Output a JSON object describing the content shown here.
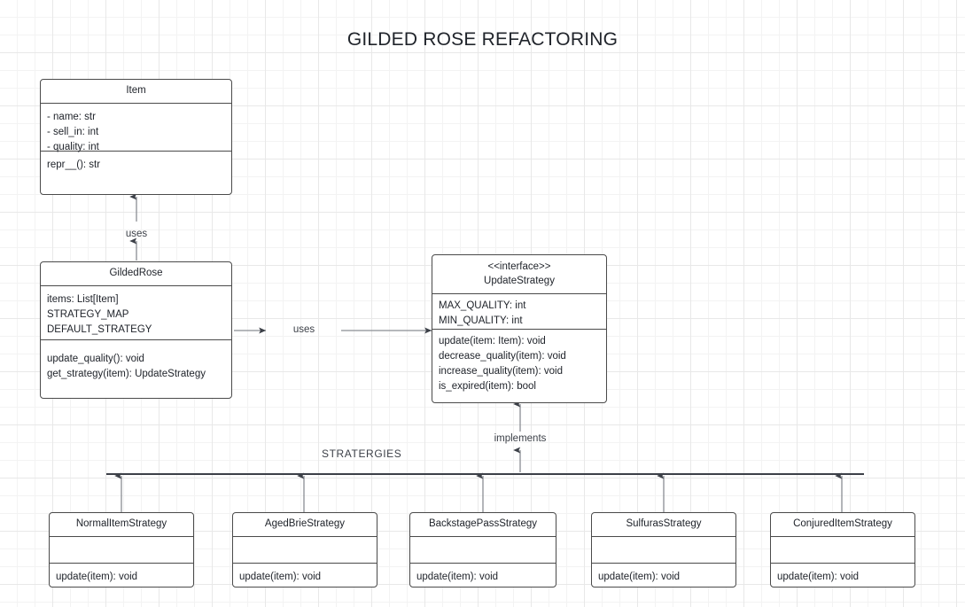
{
  "diagram": {
    "title": "GILDED ROSE REFACTORING",
    "stroke_color": "#4a4a4a",
    "text_color": "#20242b",
    "grid_color": "#e8e8e8",
    "background": "#ffffff"
  },
  "classes": {
    "item": {
      "name": "Item",
      "attributes": [
        "- name: str",
        "- sell_in: int",
        "- quality: int"
      ],
      "methods": [
        "repr__(): str"
      ]
    },
    "gilded_rose": {
      "name": "GildedRose",
      "attributes": [
        "items: List[Item]",
        "STRATEGY_MAP",
        "DEFAULT_STRATEGY"
      ],
      "methods": [
        "update_quality(): void",
        "get_strategy(item): UpdateStrategy"
      ]
    },
    "update_strategy": {
      "stereotype": "<<interface>>",
      "name": "UpdateStrategy",
      "attributes": [
        "MAX_QUALITY: int",
        "MIN_QUALITY: int"
      ],
      "methods": [
        "update(item: Item): void",
        "decrease_quality(item): void",
        "increase_quality(item): void",
        "is_expired(item): bool"
      ]
    }
  },
  "strategies": [
    {
      "name": "NormalItemStrategy",
      "attributes": [],
      "methods": [
        "update(item): void"
      ]
    },
    {
      "name": "AgedBrieStrategy",
      "attributes": [],
      "methods": [
        "update(item): void"
      ]
    },
    {
      "name": "BackstagePassStrategy",
      "attributes": [],
      "methods": [
        "update(item): void"
      ]
    },
    {
      "name": "SulfurasStrategy",
      "attributes": [],
      "methods": [
        "update(item): void"
      ]
    },
    {
      "name": "ConjuredItemStrategy",
      "attributes": [],
      "methods": [
        "update(item): void"
      ]
    }
  ],
  "edges": {
    "item_uses_label": "uses",
    "interface_uses_label": "uses",
    "implements_label": "implements",
    "strategies_bus_label": "STRATERGIES"
  }
}
